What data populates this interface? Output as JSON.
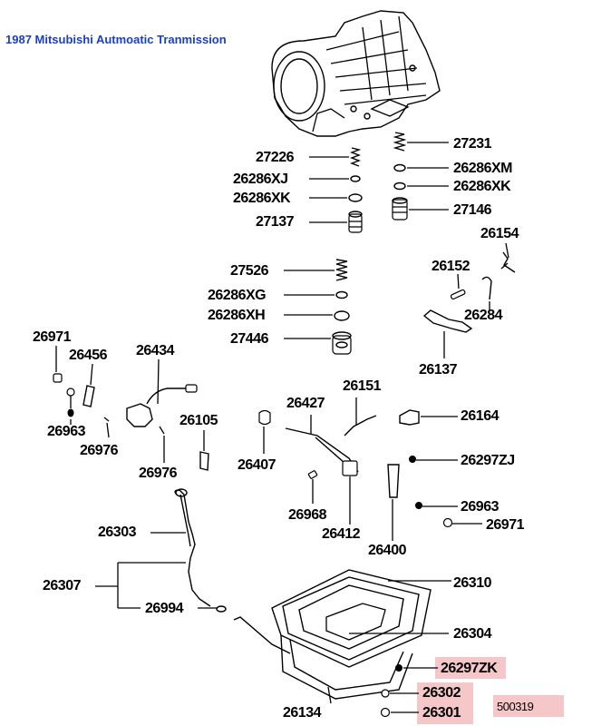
{
  "title": "1987 Mitsubishi Autmoatic Tranmission",
  "diagram_id": "500319",
  "parts": {
    "p27226": "27226",
    "p26286XJ": "26286XJ",
    "p26286XK_l": "26286XK",
    "p27137": "27137",
    "p27231": "27231",
    "p26286XM": "26286XM",
    "p26286XK_r": "26286XK",
    "p27146": "27146",
    "p26154": "26154",
    "p26152": "26152",
    "p27526": "27526",
    "p26286XG": "26286XG",
    "p26286XH": "26286XH",
    "p27446": "27446",
    "p26284": "26284",
    "p26137": "26137",
    "p26971_l": "26971",
    "p26456": "26456",
    "p26434": "26434",
    "p26963_l": "26963",
    "p26976_a": "26976",
    "p26105": "26105",
    "p26976_b": "26976",
    "p26427": "26427",
    "p26151": "26151",
    "p26164": "26164",
    "p26407": "26407",
    "p26297ZJ": "26297ZJ",
    "p26968": "26968",
    "p26412": "26412",
    "p26963_r": "26963",
    "p26971_r": "26971",
    "p26400": "26400",
    "p26303": "26303",
    "p26307": "26307",
    "p26994": "26994",
    "p26310": "26310",
    "p26304": "26304",
    "p26297ZK": "26297ZK",
    "p26302": "26302",
    "p26301": "26301",
    "p26134": "26134"
  }
}
